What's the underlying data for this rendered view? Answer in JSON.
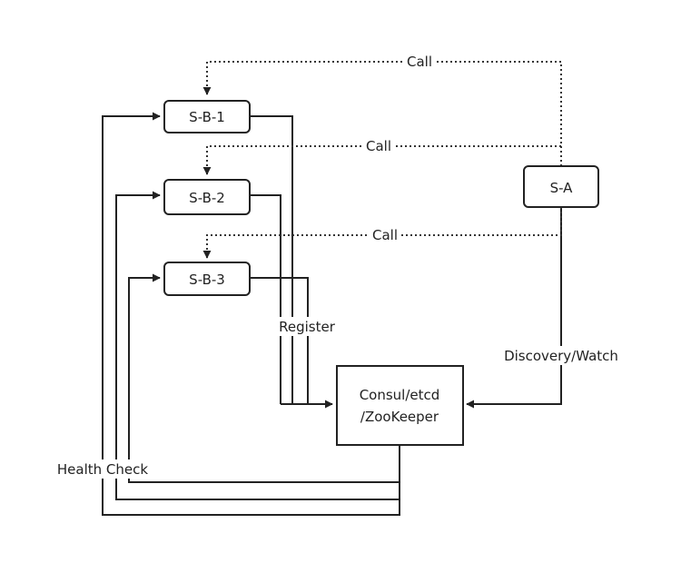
{
  "nodes": {
    "sb1": "S-B-1",
    "sb2": "S-B-2",
    "sb3": "S-B-3",
    "sa": "S-A",
    "registry_line1": "Consul/etcd",
    "registry_line2": "/ZooKeeper"
  },
  "edges": {
    "call_1": "Call",
    "call_2": "Call",
    "call_3": "Call",
    "register": "Register",
    "discovery": "Discovery/Watch",
    "health_check": "Health Check"
  },
  "colors": {
    "stroke": "#222222",
    "background": "#ffffff"
  }
}
